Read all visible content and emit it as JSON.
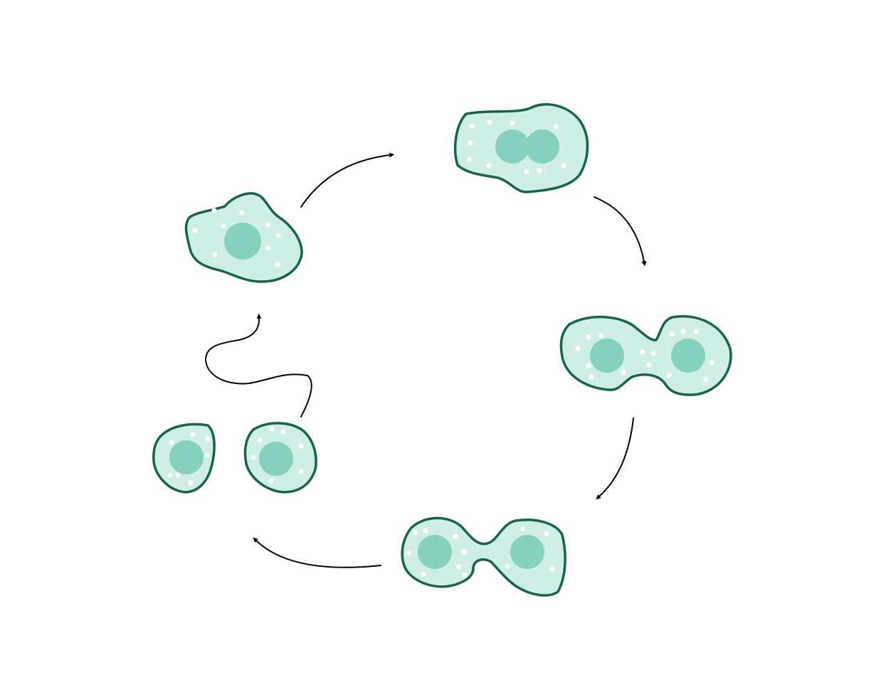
{
  "diagram": {
    "type": "cell-division-cycle",
    "background": "#ffffff",
    "colors": {
      "cytoplasm": "#cfeee6",
      "membrane": "#17634d",
      "nucleus": "#86d1bd",
      "vacuole": "#ffffff",
      "arrow": "#000000"
    },
    "stages": [
      {
        "name": "interphase-cell",
        "nuclei": 1
      },
      {
        "name": "nucleus-dividing-cell",
        "nuclei": 2
      },
      {
        "name": "early-cytokinesis-cell",
        "nuclei": 2
      },
      {
        "name": "late-cytokinesis-cell",
        "nuclei": 2
      },
      {
        "name": "daughter-cells",
        "nuclei": 2
      }
    ],
    "arrows": [
      "interphase-to-nucleus-dividing",
      "nucleus-dividing-to-early-cytokinesis",
      "early-to-late-cytokinesis",
      "late-cytokinesis-to-daughters",
      "daughters-to-interphase"
    ]
  }
}
